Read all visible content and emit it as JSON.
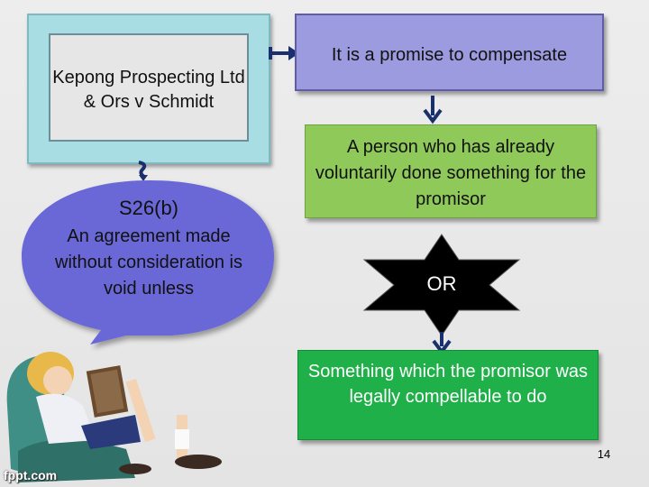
{
  "case_box": {
    "text": "Kepong Prospecting Ltd & Ors v Schmidt"
  },
  "section_bubble": {
    "heading": "S26(b)",
    "body": "An agreement made without consideration is void unless"
  },
  "promise_box": {
    "text": "It is a promise to compensate"
  },
  "voluntary_box": {
    "text": "A person who has already voluntarily done something for the promisor"
  },
  "or_star": {
    "text": "OR"
  },
  "legal_box": {
    "text": "Something which the promisor was legally compellable to do"
  },
  "slide": {
    "page_number": "14"
  },
  "watermark": {
    "text": "fppt.com"
  },
  "colors": {
    "teal_frame": "#a8dde4",
    "purple": "#9d9bdf",
    "bubble_purple": "#6a67d6",
    "light_green": "#8fc95a",
    "green": "#1fb04a",
    "arrow_navy": "#1a2f6e"
  }
}
